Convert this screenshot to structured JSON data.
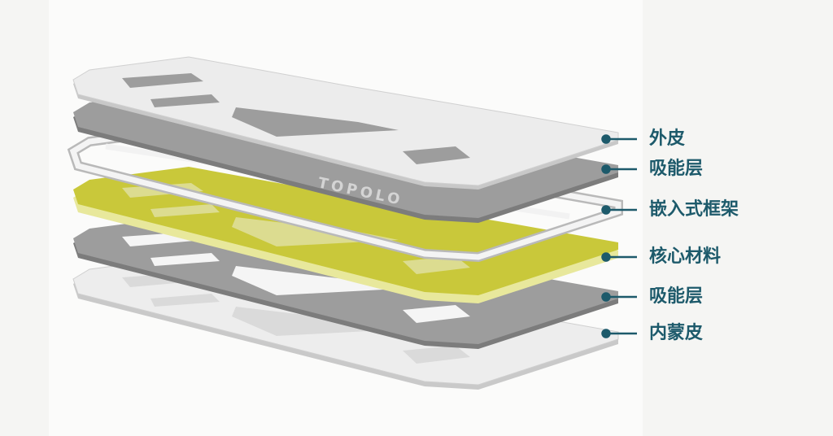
{
  "watermark": "TOPOLO",
  "colors": {
    "label": "#1d5a6b",
    "skin": "#ececec",
    "absorber": "#9c9c9c",
    "core": "#c9c83a",
    "core_edge": "#e6e69a"
  },
  "layers": [
    {
      "label": "外皮"
    },
    {
      "label": "吸能层"
    },
    {
      "label": "嵌入式框架"
    },
    {
      "label": "核心材料"
    },
    {
      "label": "吸能层"
    },
    {
      "label": "内蒙皮"
    }
  ]
}
